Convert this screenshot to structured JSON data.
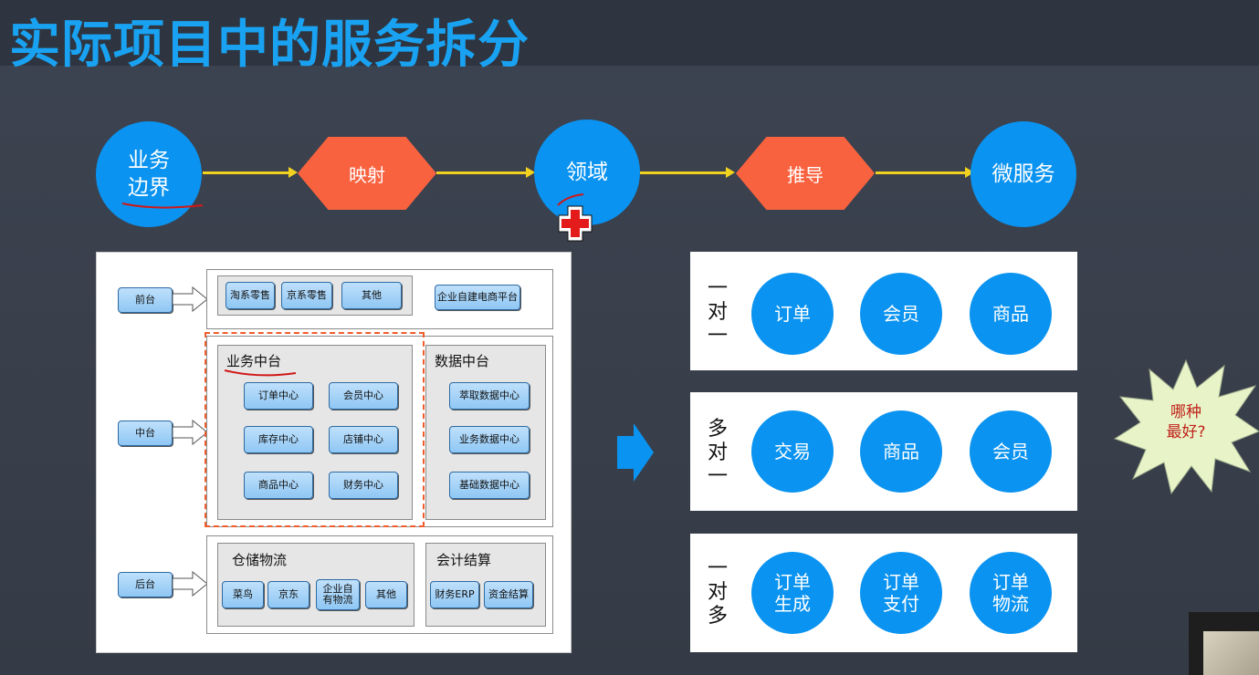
{
  "title": "实际项目中的服务拆分",
  "flow": {
    "boundary_line1": "业务",
    "boundary_line2": "边界",
    "map": "映射",
    "domain": "领域",
    "derive": "推导",
    "microservice": "微服务"
  },
  "arch": {
    "front_label": "前台",
    "middle_label": "中台",
    "back_label": "后台",
    "front_items": [
      "淘系零售",
      "京系零售",
      "其他"
    ],
    "front_platform": "企业自建电商平台",
    "biz_title": "业务中台",
    "biz_items": [
      "订单中心",
      "会员中心",
      "库存中心",
      "店铺中心",
      "商品中心",
      "财务中心"
    ],
    "data_title": "数据中台",
    "data_items": [
      "萃取数据中心",
      "业务数据中心",
      "基础数据中心"
    ],
    "logistics_title": "仓储物流",
    "logistics_items": [
      "菜鸟",
      "京东",
      "企业自有物流",
      "其他"
    ],
    "settle_title": "会计结算",
    "settle_items": [
      "财务ERP",
      "资金结算"
    ]
  },
  "mappings": [
    {
      "label": "一对一",
      "services": [
        "订单",
        "会员",
        "商品"
      ]
    },
    {
      "label": "多对一",
      "services": [
        "交易",
        "商品",
        "会员"
      ]
    },
    {
      "label": "一对多",
      "services": [
        "订单生成",
        "订单支付",
        "订单物流"
      ]
    }
  ],
  "callout": "哪种最好?",
  "colors": {
    "accent": "#0a93f0",
    "title": "#19a2f2",
    "diamond": "#f9623f",
    "arrow": "#f2d21f"
  }
}
